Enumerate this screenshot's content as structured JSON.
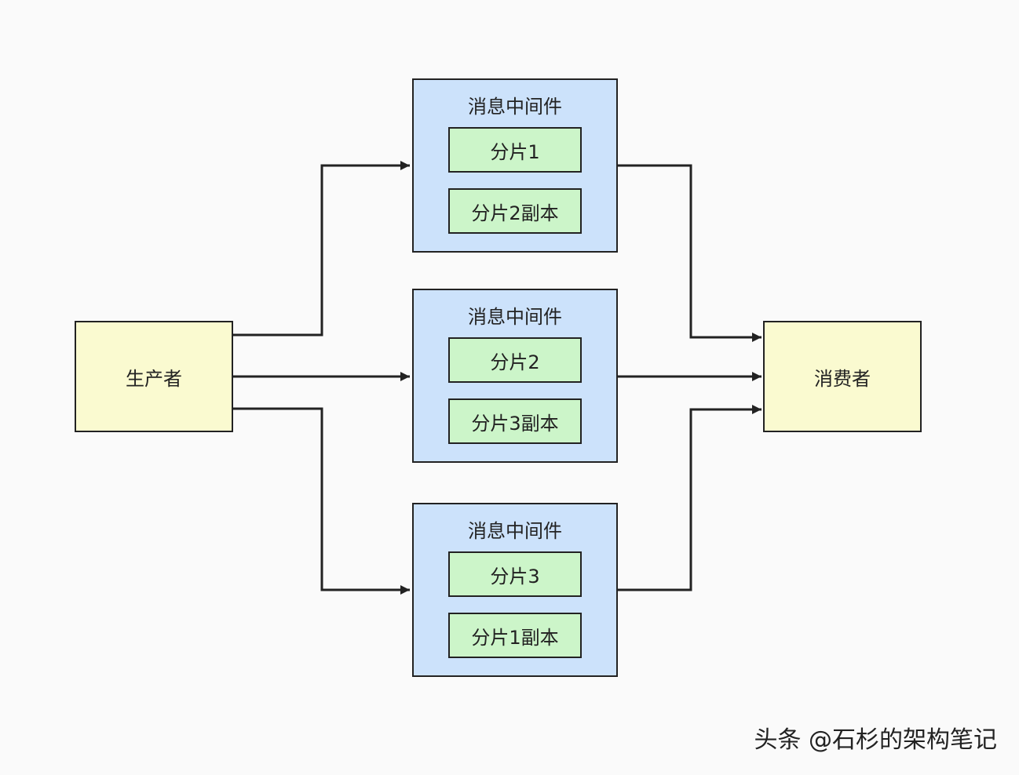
{
  "producer": {
    "label": "生产者"
  },
  "consumer": {
    "label": "消费者"
  },
  "middlewares": [
    {
      "title": "消息中间件",
      "shards": [
        "分片1",
        "分片2副本"
      ]
    },
    {
      "title": "消息中间件",
      "shards": [
        "分片2",
        "分片3副本"
      ]
    },
    {
      "title": "消息中间件",
      "shards": [
        "分片3",
        "分片1副本"
      ]
    }
  ],
  "watermark": {
    "text": "头条 @石杉的架构笔记"
  },
  "colors": {
    "endpoint_fill": "#fafad0",
    "middleware_fill": "#cce2fb",
    "shard_fill": "#ccf5c9",
    "line": "#222222"
  }
}
